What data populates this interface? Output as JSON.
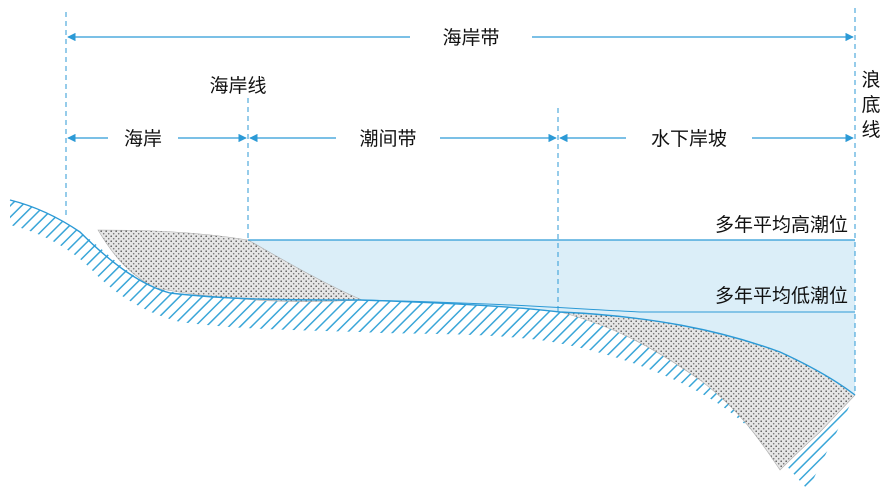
{
  "diagram": {
    "coastal_zone": "海岸带",
    "coastline": "海岸线",
    "coast": "海岸",
    "intertidal_zone": "潮间带",
    "subaqueous_slope": "水下岸坡",
    "wave_base": [
      "浪",
      "底",
      "线"
    ],
    "mean_high_tide": "多年平均高潮位",
    "mean_low_tide": "多年平均低潮位"
  },
  "colors": {
    "line": "#2c9ad6",
    "water": "#dbeef8",
    "hatch": "#3aa6d8",
    "sediment_dots": "#555555",
    "text": "#111111"
  }
}
